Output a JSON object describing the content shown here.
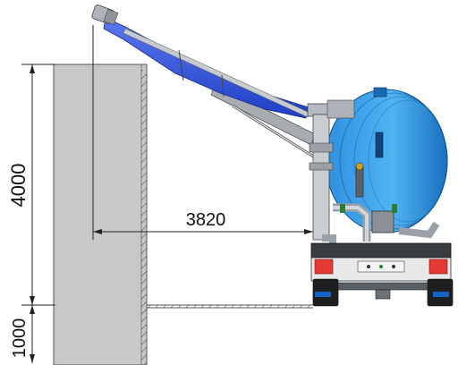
{
  "dimensions": {
    "wall_height": "4000",
    "ground_offset": "1000",
    "reach": "3820"
  },
  "colors": {
    "wall_fill": "#c8c8c8",
    "wall_stroke": "#555555",
    "tank_blue": "#1e88e5",
    "tank_light": "#4fc3f7",
    "boom_blue": "#2b4fd8",
    "frame_grey": "#9aa0a6",
    "chassis_dark": "#2a2a2a",
    "light_red": "#e53935",
    "plate_blue": "#1565c0"
  }
}
